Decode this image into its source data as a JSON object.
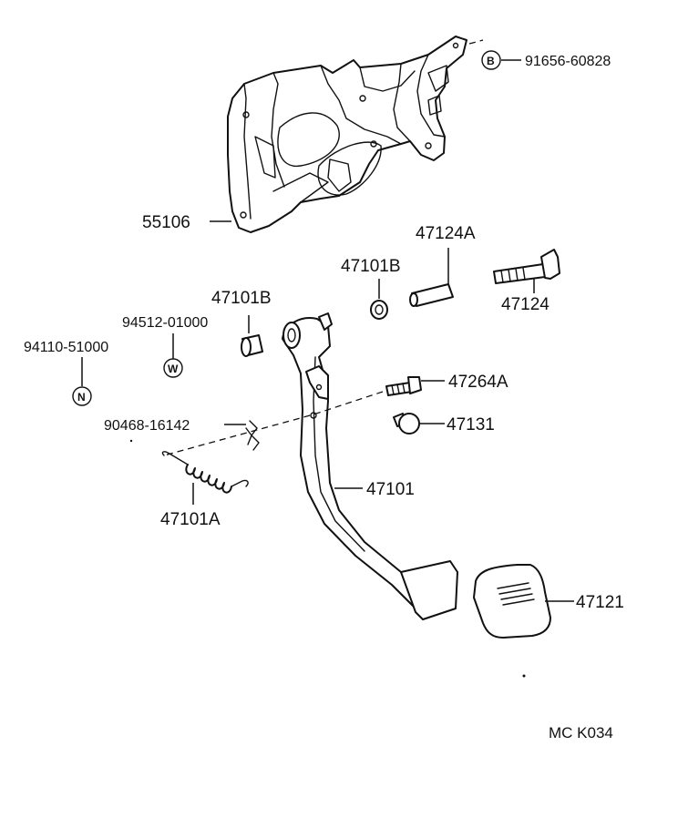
{
  "callouts": {
    "bolt_b_part": "91656-60828",
    "bolt_b_symbol": "B",
    "bracket": "55106",
    "collar_a": "47124A",
    "bushing_b_upper": "47101B",
    "pin_bolt": "47124",
    "bushing_b_lower": "47101B",
    "washer_part": "94512-01000",
    "washer_symbol": "W",
    "nut_part": "94110-51000",
    "nut_symbol": "N",
    "stopper_bolt": "47264A",
    "cushion": "47131",
    "clip": "90468-16142",
    "pedal_arm": "47101",
    "return_spring": "47101A",
    "pedal_pad": "47121"
  },
  "diagram_code": "MC K034"
}
